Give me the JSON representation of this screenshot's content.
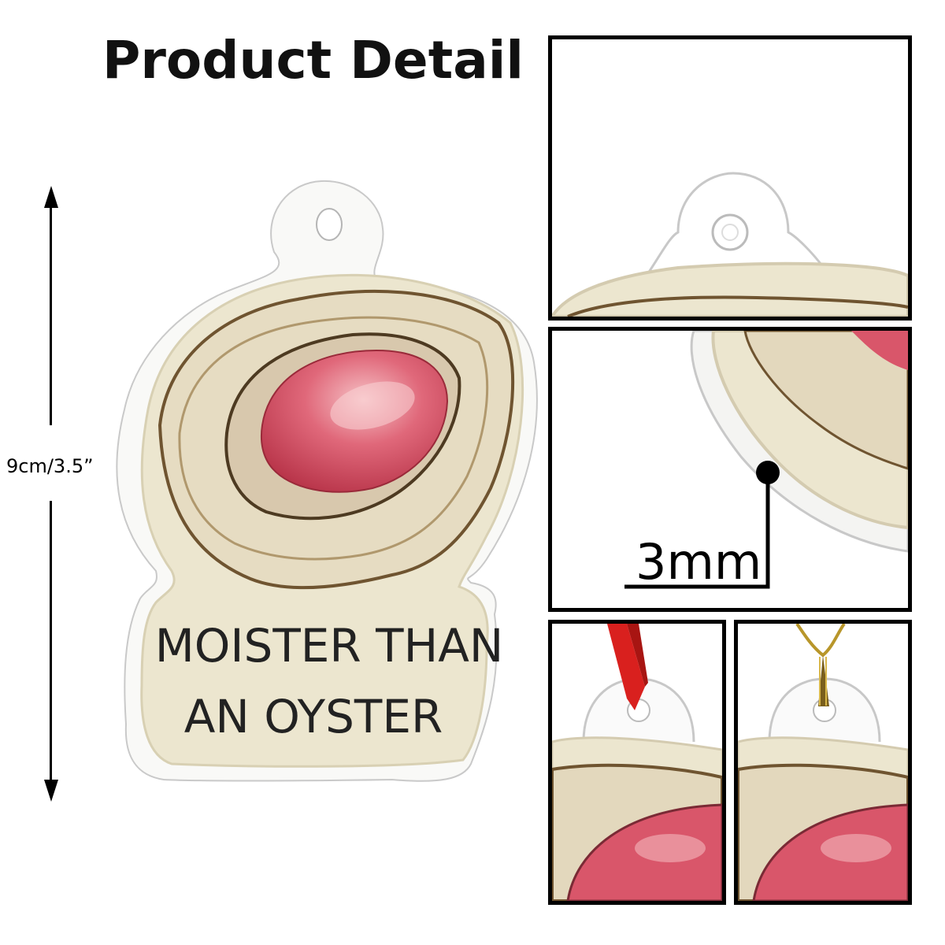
{
  "header": {
    "title": "Product Detail"
  },
  "dimension": {
    "height_label": "9cm/3.5”"
  },
  "ornament": {
    "caption_line1": "MOISTER THAN",
    "caption_line2": "AN OYSTER",
    "colors": {
      "cream": "#ece6cf",
      "shell_brown": "#7a5a33",
      "oyster_pink": "#d9566a",
      "ribbon_red": "#d9201e",
      "gold_cord": "#b8962a"
    }
  },
  "details": {
    "thickness_label": "3mm",
    "panels": [
      "hanging-hole-closeup",
      "edge-thickness-closeup",
      "red-ribbon-option",
      "gold-string-option"
    ]
  }
}
